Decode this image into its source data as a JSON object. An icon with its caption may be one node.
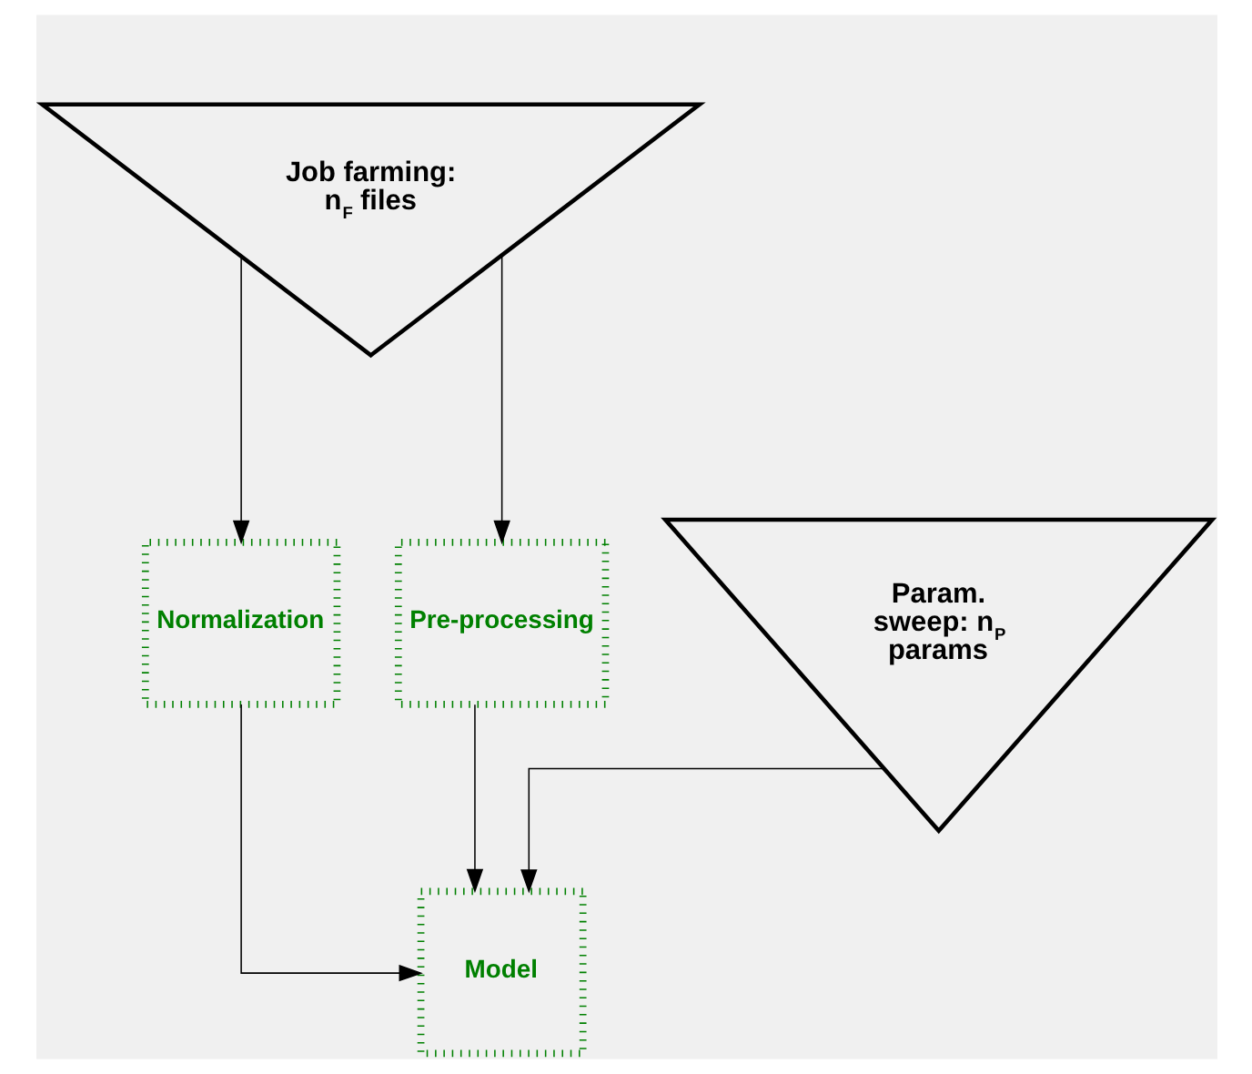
{
  "diagram": {
    "nodes": [
      {
        "text": [
          "Job farming: n$_{F}$ files"
        ]
      },
      {
        "text": [
          "Normalization"
        ]
      },
      {
        "text": [
          "Pre-processing"
        ]
      },
      {
        "text": [
          "Param. sweep: n$_{P}$ params"
        ]
      },
      {
        "text": [
          "Model"
        ]
      }
    ],
    "edges": [
      {
        "from": 0,
        "to": 1,
        "arrow": "to"
      },
      {
        "from": 0,
        "to": 2,
        "arrow": "to"
      },
      {
        "from": 1,
        "to": 4,
        "arrow": "to"
      },
      {
        "from": 2,
        "to": 4,
        "arrow": "to"
      },
      {
        "from": 3,
        "to": 4,
        "arrow": "to"
      }
    ]
  }
}
